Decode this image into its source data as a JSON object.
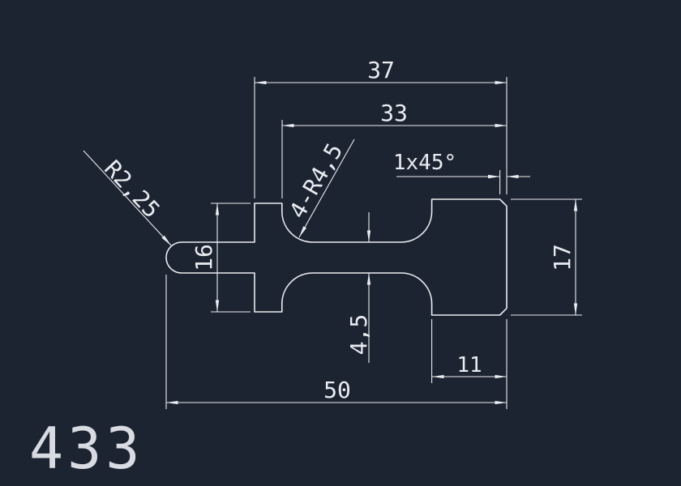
{
  "canvas": {
    "background": "#1d2431",
    "line_color": "#e9ecf1",
    "text_color": "#e9ecf1"
  },
  "drawing_number": "433",
  "dims": {
    "overall_width": "50",
    "upper_width": "37",
    "inner_width": "33",
    "flange_width": "11",
    "bar_height": "16",
    "flange_height": "17",
    "web_thickness": "4,5",
    "fillets": "4-R4,5",
    "chamfer": "1x45°",
    "nose_radius": "R2,25"
  }
}
